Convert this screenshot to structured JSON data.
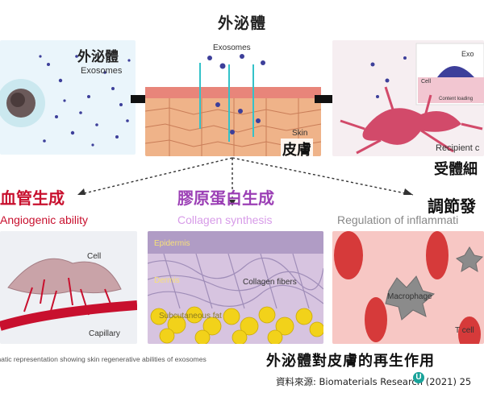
{
  "title": "外泌體",
  "panel1": {
    "zh": "外泌體",
    "en": "Exosomes"
  },
  "panel2": {
    "en_exosomes": "Exosomes",
    "en_skin": "Skin",
    "zh_skin": "皮膚"
  },
  "panel3": {
    "cell": "Cell",
    "content_loading": "Content loading",
    "recipient": "Recipient c",
    "zh": "受體細",
    "top_label": "Exo"
  },
  "section1": {
    "zh": "血管生成",
    "en": "Angiogenic ability",
    "color": "#c8102e",
    "cell": "Cell",
    "capillary": "Capillary"
  },
  "section2": {
    "zh": "膠原蛋白生成",
    "en": "Collagen synthesis",
    "color": "#9b3fb5",
    "en_color": "#d79be8",
    "epidermis": "Epidermis",
    "dermis": "Dermis",
    "collagen": "Collagen fibers",
    "subcutaneous": "Subcutaneous fat"
  },
  "section3": {
    "zh": "調節發",
    "en": "Regulation of inflammati",
    "color": "#111111",
    "en_color": "#888888",
    "macrophage": "Macrophage",
    "tcell": "T cell"
  },
  "caption": "matic representation showing skin regenerative abilities of exosomes",
  "big_caption": "外泌體對皮膚的再生作用",
  "source": "資料來源: Biomaterials Research (2021) 25",
  "logo_letter": "U"
}
